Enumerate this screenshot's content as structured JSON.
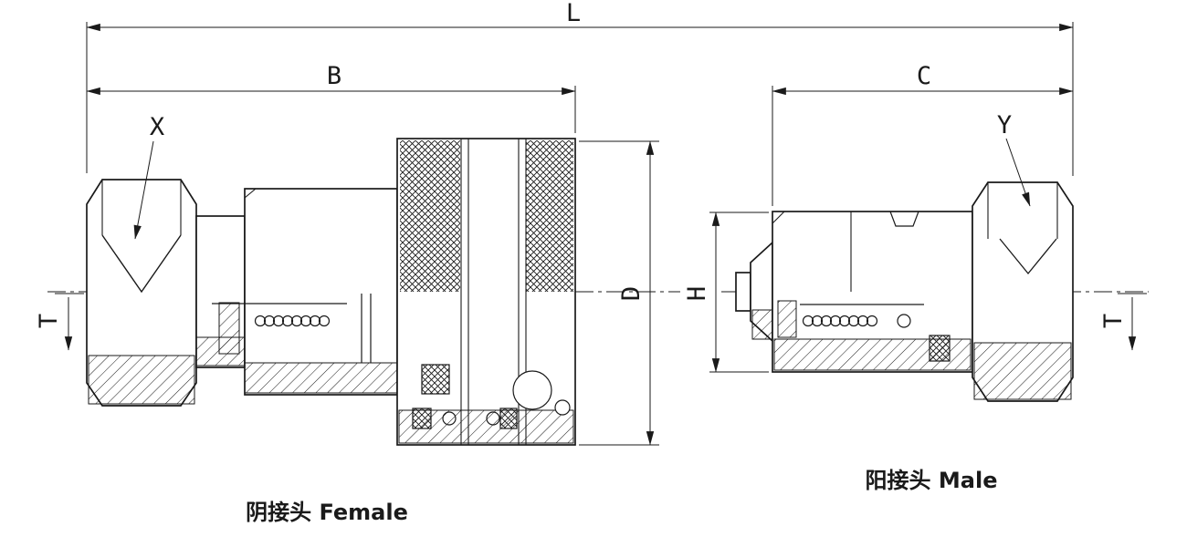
{
  "drawing": {
    "title_hint": "quick-coupling technical drawing",
    "dimensions": {
      "overall_length": "L",
      "female_length": "B",
      "male_length": "C",
      "female_outer_diameter": "D",
      "male_outer_diameter": "H",
      "female_thread_callout": "X",
      "male_thread_callout": "Y",
      "thread_depth_left": "T",
      "thread_depth_right": "T"
    },
    "captions": {
      "female": "阴接头 Female",
      "male": "阳接头 Male"
    },
    "colors": {
      "line": "#1a1a1a",
      "background": "#ffffff"
    }
  }
}
